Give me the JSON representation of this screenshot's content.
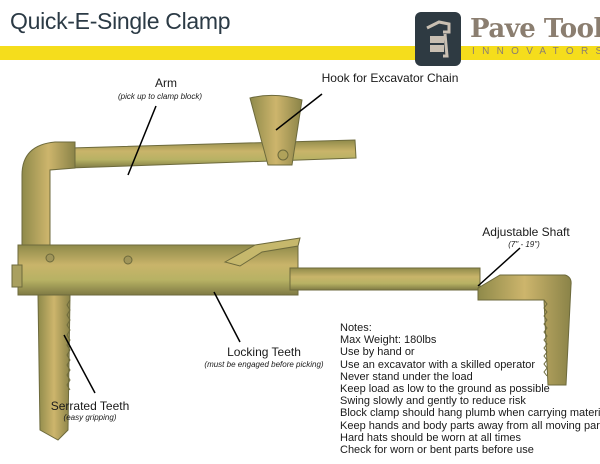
{
  "title": "Quick-E-Single Clamp",
  "logo": {
    "name": "Pave Tool",
    "tagline": "INNOVATORS"
  },
  "labels": {
    "arm": {
      "title": "Arm",
      "subtitle": "(pick up to clamp block)"
    },
    "hook": {
      "title": "Hook for Excavator Chain"
    },
    "shaft": {
      "title": "Adjustable Shaft",
      "subtitle": "(7\" - 19\")"
    },
    "locking": {
      "title": "Locking Teeth",
      "subtitle": "(must be engaged before picking)"
    },
    "serrated": {
      "title": "Serrated Teeth",
      "subtitle": "(easy gripping)"
    }
  },
  "notes": {
    "heading": "Notes:",
    "items": [
      "Max Weight: 180lbs",
      "Use by hand or",
      "Use an excavator with a skilled operator",
      "Never stand under the load",
      "Keep load as low to the ground as possible",
      "Swing slowly and gently to reduce risk",
      "Block clamp should hang plumb when carrying material",
      "Keep hands and body parts away from all moving parts",
      "Hard hats should be worn at all times",
      "Check for worn or bent parts before use"
    ]
  },
  "colors": {
    "band": "#f5dd1c",
    "title": "#2b3a45",
    "logo_box": "#2e3a42",
    "logo_text": "#8b7e70",
    "metal": "#b9a95a"
  }
}
